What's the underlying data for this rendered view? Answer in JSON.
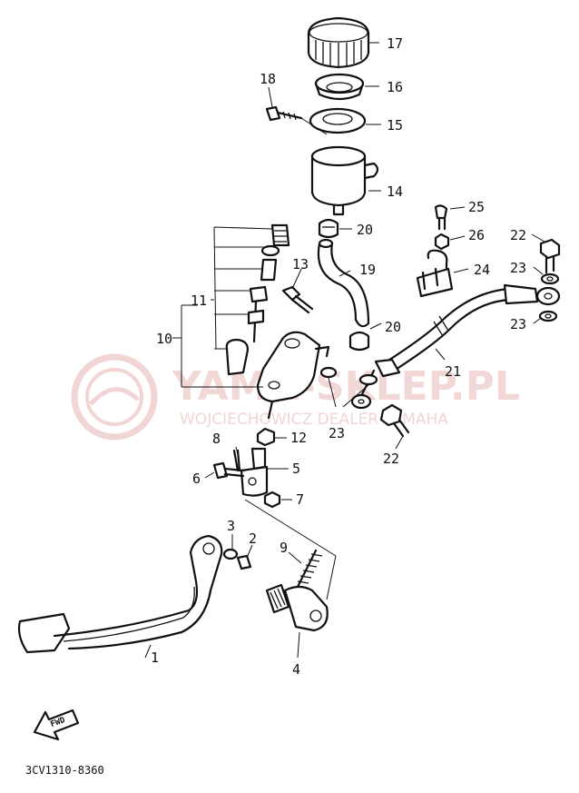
{
  "watermark": {
    "line1": "YAMA-SKLEP.PL",
    "line2": "WOJCIECHOWICZ DEALER YAMAHA",
    "color": "#e8b8b8"
  },
  "diagram_code": "3CV1310-8360",
  "fwd_label": "FWD",
  "callouts": [
    {
      "id": "17",
      "text": "17"
    },
    {
      "id": "16",
      "text": "16"
    },
    {
      "id": "18",
      "text": "18"
    },
    {
      "id": "15",
      "text": "15"
    },
    {
      "id": "14",
      "text": "14"
    },
    {
      "id": "20a",
      "text": "20"
    },
    {
      "id": "25",
      "text": "25"
    },
    {
      "id": "26",
      "text": "26"
    },
    {
      "id": "22a",
      "text": "22"
    },
    {
      "id": "23a",
      "text": "23"
    },
    {
      "id": "24",
      "text": "24"
    },
    {
      "id": "13",
      "text": "13"
    },
    {
      "id": "19",
      "text": "19"
    },
    {
      "id": "11",
      "text": "11"
    },
    {
      "id": "23b",
      "text": "23"
    },
    {
      "id": "10",
      "text": "10"
    },
    {
      "id": "20b",
      "text": "20"
    },
    {
      "id": "21",
      "text": "21"
    },
    {
      "id": "23c",
      "text": "23"
    },
    {
      "id": "22b",
      "text": "22"
    },
    {
      "id": "8",
      "text": "8"
    },
    {
      "id": "12",
      "text": "12"
    },
    {
      "id": "5",
      "text": "5"
    },
    {
      "id": "6",
      "text": "6"
    },
    {
      "id": "7",
      "text": "7"
    },
    {
      "id": "3",
      "text": "3"
    },
    {
      "id": "2",
      "text": "2"
    },
    {
      "id": "9",
      "text": "9"
    },
    {
      "id": "1",
      "text": "1"
    },
    {
      "id": "4",
      "text": "4"
    }
  ]
}
